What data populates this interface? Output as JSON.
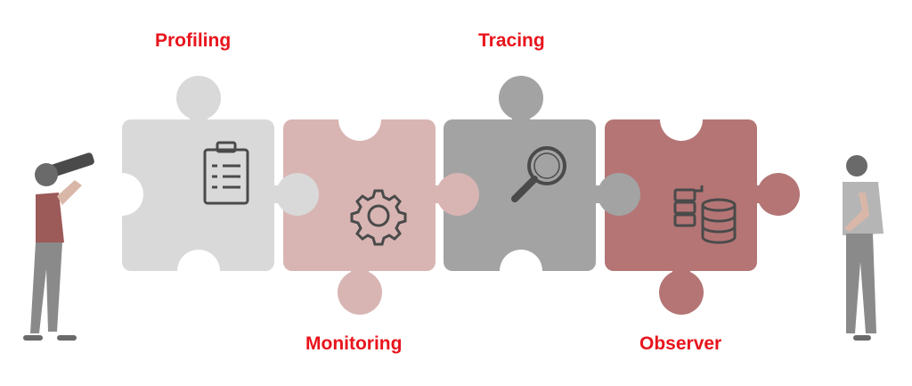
{
  "labels": {
    "profiling": "Profiling",
    "monitoring": "Monitoring",
    "tracing": "Tracing",
    "observer": "Observer"
  },
  "colors": {
    "label": "#e8141c",
    "piece_profiling": "#d9d9d9",
    "piece_monitoring": "#d8b5b3",
    "piece_tracing": "#a3a3a3",
    "piece_observer": "#b57575",
    "icon": "#4a4a4a",
    "person_shirt": "#9c5a59",
    "person_pants": "#8a8a8a"
  },
  "icons": {
    "profiling": "clipboard-icon",
    "monitoring": "gear-icon",
    "tracing": "magnifier-icon",
    "observer": "database-server-icon"
  }
}
